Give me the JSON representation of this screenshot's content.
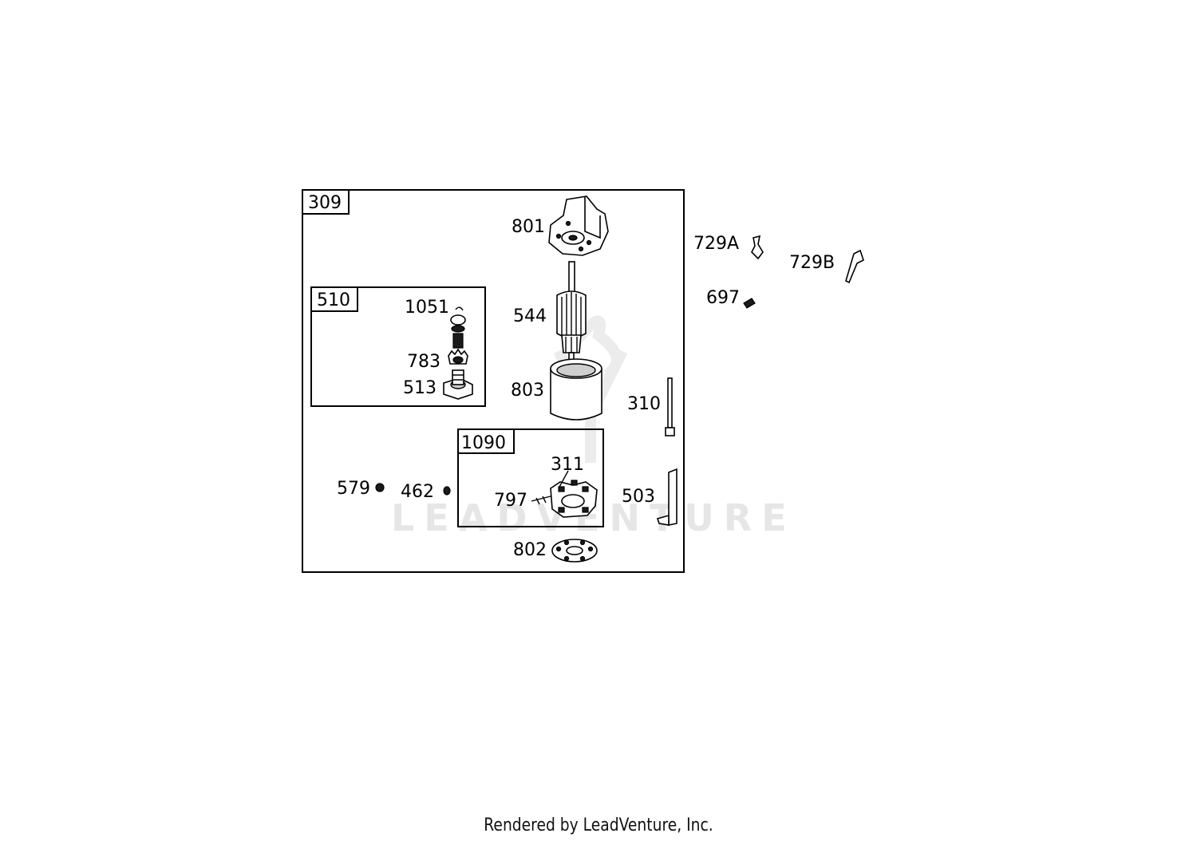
{
  "callouts": {
    "group_309": "309",
    "group_510": "510",
    "group_1090": "1090",
    "p801": "801",
    "p544": "544",
    "p803": "803",
    "p1051": "1051",
    "p783": "783",
    "p513": "513",
    "p311": "311",
    "p797": "797",
    "p802": "802",
    "p579": "579",
    "p462": "462",
    "p310": "310",
    "p503": "503",
    "p729a": "729A",
    "p729b": "729B",
    "p697": "697"
  },
  "watermark": {
    "text": "LEADVENTURE"
  },
  "footer": {
    "text": "Rendered by LeadVenture, Inc."
  },
  "icons": {
    "watermark_logo": "leadventure-logo-icon"
  }
}
